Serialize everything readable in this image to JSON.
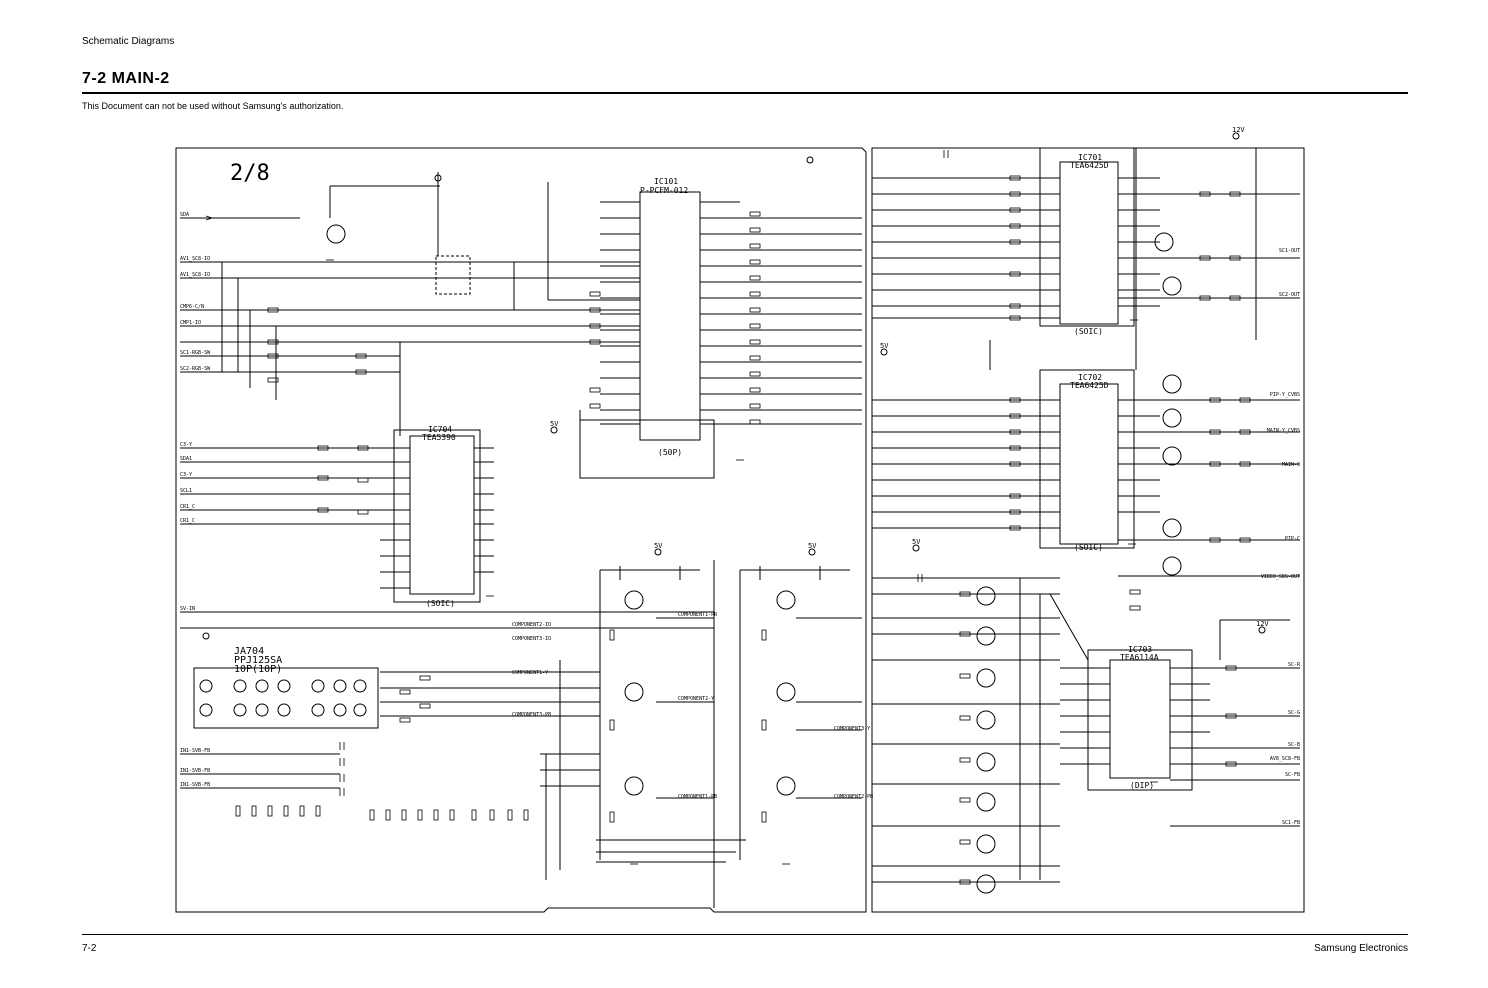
{
  "header": {
    "section": "Schematic Diagrams",
    "title": "7-2  MAIN-2",
    "notice": "This Document can not be used without Samsung's authorization."
  },
  "footer": {
    "page": "7-2",
    "brand": "Samsung Electronics"
  },
  "diagram": {
    "sheet_label": "2/8",
    "ic101": {
      "ref": "IC101",
      "part": "P-PCFM-012",
      "package": "(50P)"
    },
    "ic701": {
      "ref": "IC701",
      "part": "TEA6425D",
      "package": "(SOIC)"
    },
    "ic702": {
      "ref": "IC702",
      "part": "TEA6425D",
      "package": "(SOIC)"
    },
    "ic703": {
      "ref": "IC703",
      "part": "TEA6114A",
      "package": "(DIP)"
    },
    "ic704": {
      "ref": "IC704",
      "part": "TEA5390",
      "package": "(SOIC)"
    },
    "ja704": {
      "ref": "JA704",
      "part": "PPJ125SA",
      "pins": "10P(10P)"
    },
    "power_5v": "5V",
    "power_12v": "12V",
    "left_signals": [
      "SDA",
      "AV1_SC8-IO",
      "AV1_SC8-IO",
      "CMP6-C/N",
      "CMP1-IO",
      "SC1-RGB-SW",
      "SC2-RGB-SW",
      "C3-Y",
      "SDA1",
      "C3-Y",
      "SCL1",
      "CR1_C",
      "CR1_C",
      "SV-IN",
      "IN1-SVB-FB",
      "IN1-SVB-FB",
      "IN1-SVB-FB"
    ],
    "right_signals": [
      "SC1-OUT",
      "SC2-OUT",
      "PIP-Y_CVBS",
      "MAIN-Y_CVBS",
      "MAIN-C",
      "PIP-C",
      "VIDEO_SDG-OUT",
      "SC-R",
      "SC-G",
      "SC-B",
      "AV8_SC8-FB",
      "SC-FB",
      "SC1-FB"
    ],
    "component_outputs": [
      "COMPONENT1-PR",
      "COMPONENT2-IO",
      "COMPONENT3-IO",
      "COMPONENT1-Y",
      "COMPONENT2-Y",
      "COMPONENT3-Y",
      "COMPONENT1-PB",
      "COMPONENT2-PB",
      "COMPONENT3-PB"
    ]
  }
}
